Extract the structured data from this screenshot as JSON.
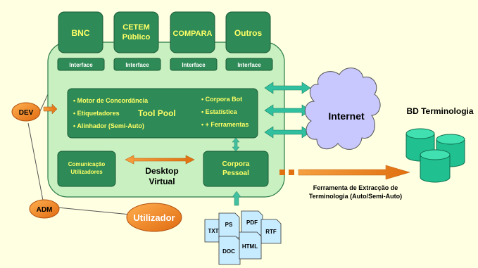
{
  "sources": [
    {
      "label_lines": [
        "BNC"
      ]
    },
    {
      "label_lines": [
        "CETEM",
        "Público"
      ]
    },
    {
      "label_lines": [
        "COMPARA"
      ]
    },
    {
      "label_lines": [
        "Outros"
      ]
    }
  ],
  "interface_label": "Interface",
  "tool_pool": {
    "title": "Tool Pool",
    "left_items": [
      "• Motor de Concordância",
      "• Etiquetadores",
      "• Alinhador (Semi-Auto)"
    ],
    "right_items": [
      "• Corpora Bot",
      "• Estatística",
      "• + Ferramentas"
    ]
  },
  "comunicacao": [
    "Comunicação",
    "Utilizadores"
  ],
  "desktop_virtual": [
    "Desktop",
    "Virtual"
  ],
  "corpora_pessoal": [
    "Corpora",
    "Pessoal"
  ],
  "internet": "Internet",
  "bd_terminologia": "BD Terminologia",
  "dev": "DEV",
  "adm": "ADM",
  "utilizador": "Utilizador",
  "ferramenta": [
    "Ferramenta de Extracção de",
    "Terminologia (Auto/Semi-Auto)"
  ],
  "documents": [
    "TXT",
    "PS",
    "PDF",
    "RTF",
    "DOC",
    "HTML"
  ],
  "colors": {
    "dark_green": "#2e8b57",
    "light_green": "#c8f0c0",
    "yellow_text": "#ffff66",
    "orange": "#f08020",
    "doc_fill": "#c8ecff",
    "cloud_fill": "#c8c8ff"
  }
}
